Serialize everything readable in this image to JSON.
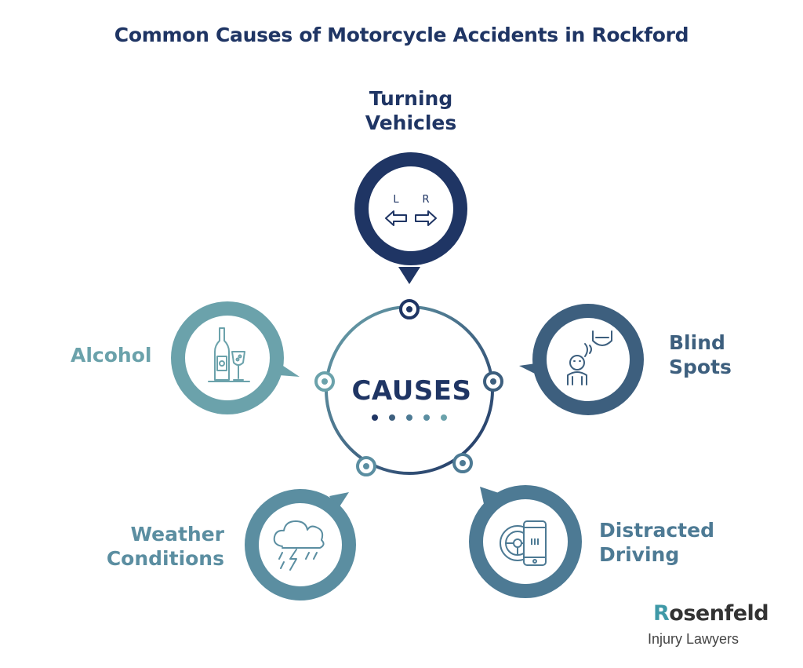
{
  "title": "Common Causes of Motorcycle Accidents in Rockford",
  "center": {
    "word": "CAUSES"
  },
  "causes": [
    {
      "lines": [
        "Turning",
        "Vehicles"
      ],
      "icon": "turn-signal-arrows-icon",
      "icon_text_left": "L",
      "icon_text_right": "R",
      "color": "#1f3564"
    },
    {
      "lines": [
        "Blind",
        "Spots"
      ],
      "icon": "blind-spot-driver-icon",
      "color": "#3d5f7e"
    },
    {
      "lines": [
        "Distracted",
        "Driving"
      ],
      "icon": "phone-steering-wheel-icon",
      "color": "#4d7a94"
    },
    {
      "lines": [
        "Weather",
        "Conditions"
      ],
      "icon": "storm-cloud-icon",
      "color": "#5b8ea1"
    },
    {
      "lines": [
        "Alcohol"
      ],
      "icon": "bottle-wine-glass-icon",
      "color": "#6ba2ab"
    }
  ],
  "colors": {
    "navy": "#1f3564",
    "teal": "#6ba2ab"
  },
  "logo": {
    "first_letter": "R",
    "name_rest": "osenfeld",
    "subtitle": "Injury Lawyers",
    "accent": "#3f99a7"
  }
}
